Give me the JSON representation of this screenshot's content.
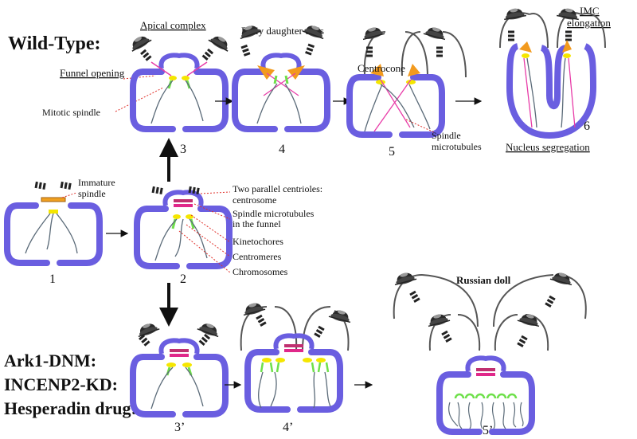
{
  "title_wild_type": "Wild-Type:",
  "treatments": [
    "Ark1-DNM:",
    "INCENP2-KD:",
    "Hesperadin drug:"
  ],
  "labels": {
    "apical_complex": "Apical complex",
    "early_daughter_cells": "Early daughter cells",
    "imc_elongation_line1": "IMC",
    "imc_elongation_line2": "elongation",
    "funnel_opening": "Funnel opening",
    "centrocone": "Centrocone",
    "mitotic_spindle": "Mitotic spindle",
    "spindle_microtubules_line1": "Spindle",
    "spindle_microtubules_line2": "microtubules",
    "nucleus_segregation": "Nucleus segregation",
    "immature_spindle_line1": "Immature",
    "immature_spindle_line2": "spindle",
    "two_parallel_centrioles_line1": "Two parallel centrioles:",
    "two_parallel_centrioles_line2": "centrosome",
    "spindle_in_funnel_line1": "Spindle microtubules",
    "spindle_in_funnel_line2": "in the funnel",
    "kinetochores": "Kinetochores",
    "centromeres": "Centromeres",
    "chromosomes": "Chromosomes",
    "russian_doll": "Russian doll"
  },
  "stages": {
    "s1": "1",
    "s2": "2",
    "s3": "3",
    "s4": "4",
    "s5": "5",
    "s6": "6",
    "s3p": "3’",
    "s4p": "4’",
    "s5p": "5’"
  },
  "colors": {
    "membrane": "#6a5ee0",
    "membrane_stroke": "#3c3398",
    "kinetochore": "#f5e600",
    "centromere": "#6ee04a",
    "centrocone": "#f29a1e",
    "spindle_funnel": "#e0288a",
    "immature_spindle": "#f0a020",
    "microtubule": "#5a6a78",
    "mitotic_line": "#e83ca8",
    "leader": "#e0302a",
    "imc": "#555555"
  }
}
